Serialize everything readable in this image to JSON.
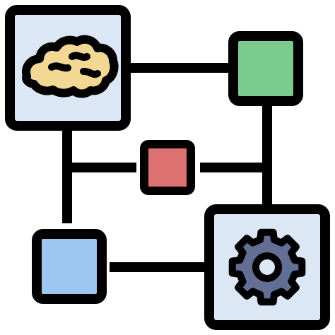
{
  "icon": {
    "name": "network-connections-icon",
    "outline_color": "#000000",
    "nodes": [
      {
        "name": "brain-node",
        "icon": "brain-icon",
        "fill": "#DCE7F5",
        "icon_fill": "#F2D892"
      },
      {
        "name": "green-node",
        "fill": "#7CCB8E"
      },
      {
        "name": "red-node",
        "fill": "#DE7172"
      },
      {
        "name": "blue-node",
        "fill": "#9CC7F0"
      },
      {
        "name": "gear-node",
        "icon": "gear-icon",
        "fill": "#DCE7F5",
        "icon_fill": "#626E93",
        "hub_fill": "#DCE7F5"
      }
    ]
  }
}
